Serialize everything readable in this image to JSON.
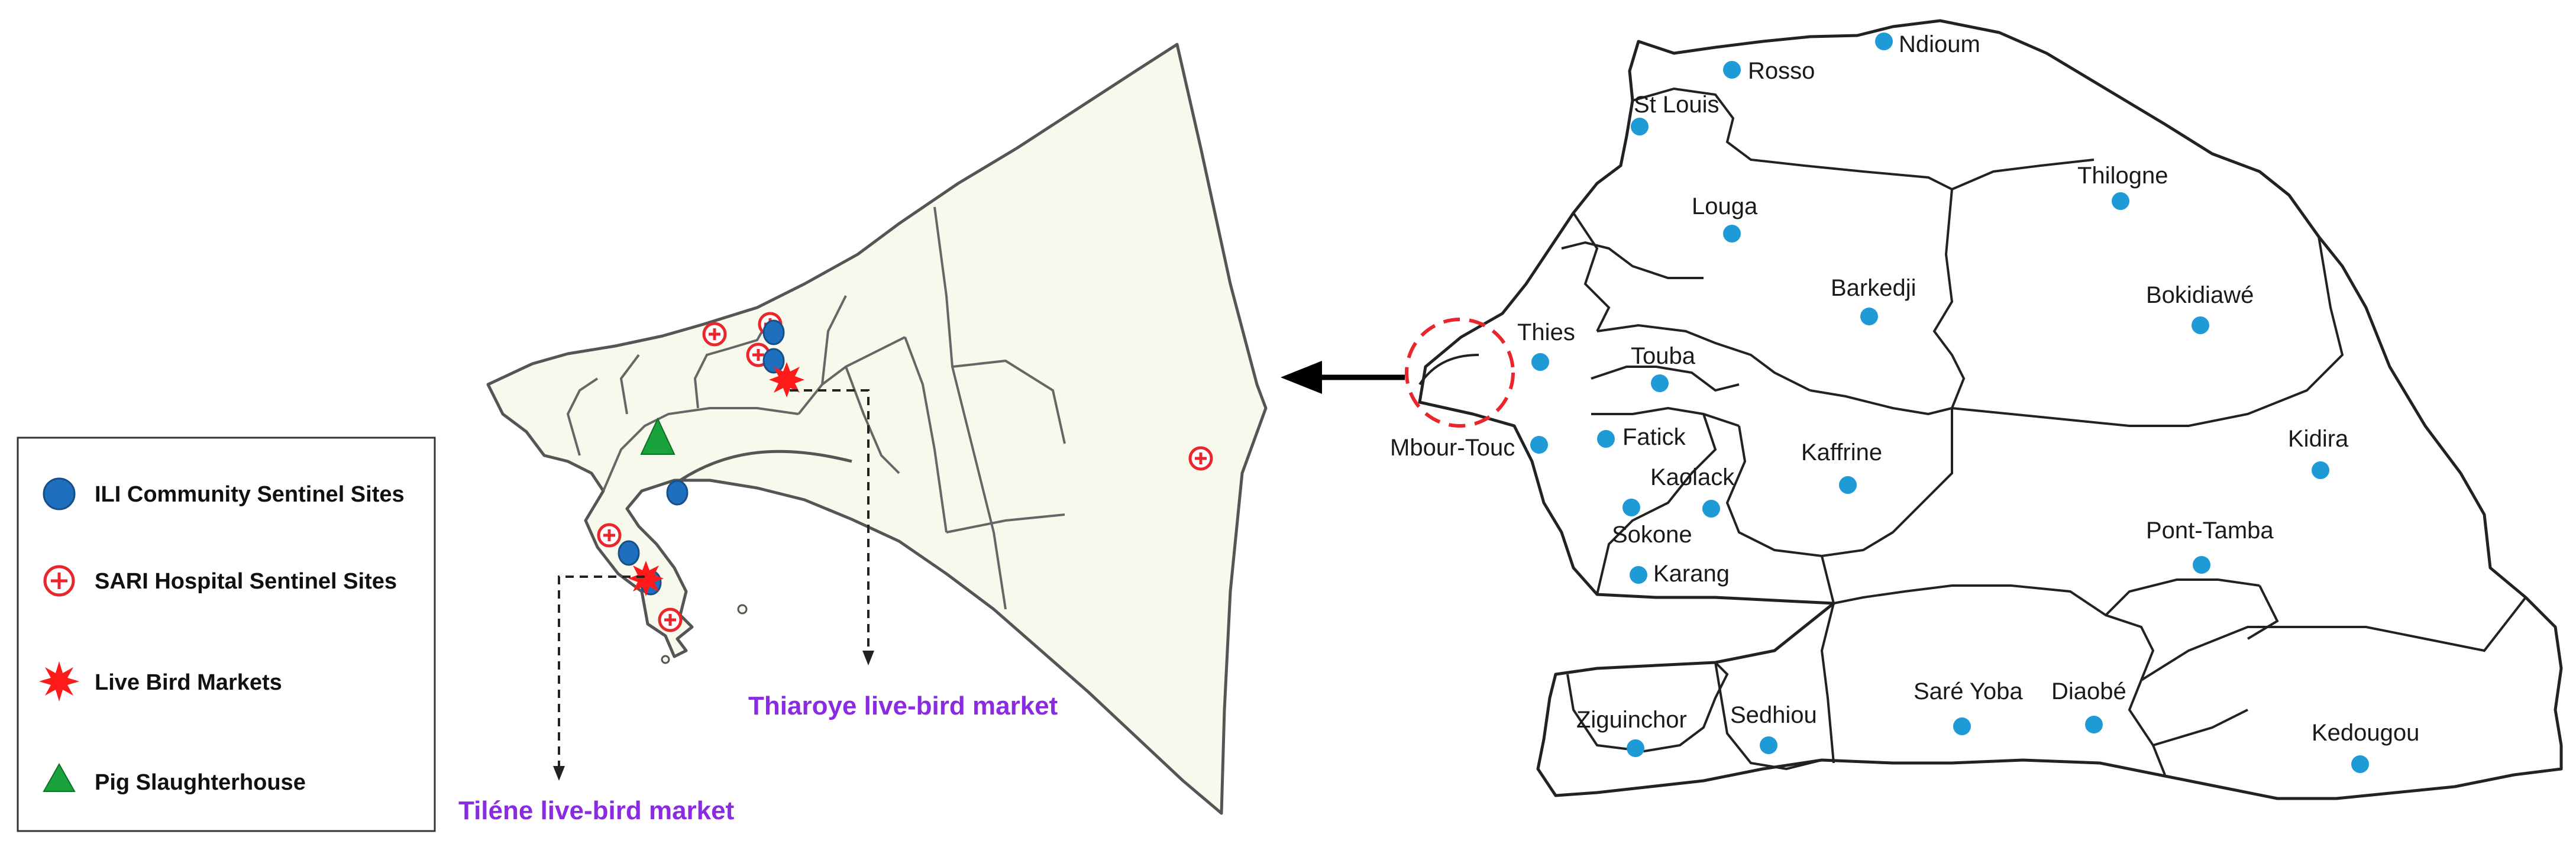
{
  "legend": {
    "items": [
      {
        "label": "ILI Community Sentinel Sites",
        "symbol": "blue-circle-icon"
      },
      {
        "label": "SARI Hospital Sentinel Sites",
        "symbol": "red-cross-circle-icon"
      },
      {
        "label": "Live Bird Markets",
        "symbol": "red-star-icon"
      },
      {
        "label": "Pig Slaughterhouse",
        "symbol": "green-triangle-icon"
      }
    ]
  },
  "markets": {
    "thiaroye": "Thiaroye live-bird market",
    "tilene": "Tiléne live-bird market"
  },
  "senegal_sites": [
    "Ndioum",
    "Rosso",
    "St Louis",
    "Louga",
    "Thilogne",
    "Barkedji",
    "Bokidiawé",
    "Thies",
    "Touba",
    "Mbour-Touc",
    "Fatick",
    "Kaolack",
    "Kaffrine",
    "Kidira",
    "Sokone",
    "Karang",
    "Pont-Tamba",
    "Ziguinchor",
    "Sedhiou",
    "Saré Yoba",
    "Diaobé",
    "Kedougou"
  ],
  "colors": {
    "ili": "#1f6fbf",
    "sari": "#e8262b",
    "market_star": "#ff1a1a",
    "slaughterhouse": "#1aa33c",
    "senegal_dot": "#1e9ad6",
    "market_label": "#8a2be2",
    "land": "#f6f9ec"
  }
}
